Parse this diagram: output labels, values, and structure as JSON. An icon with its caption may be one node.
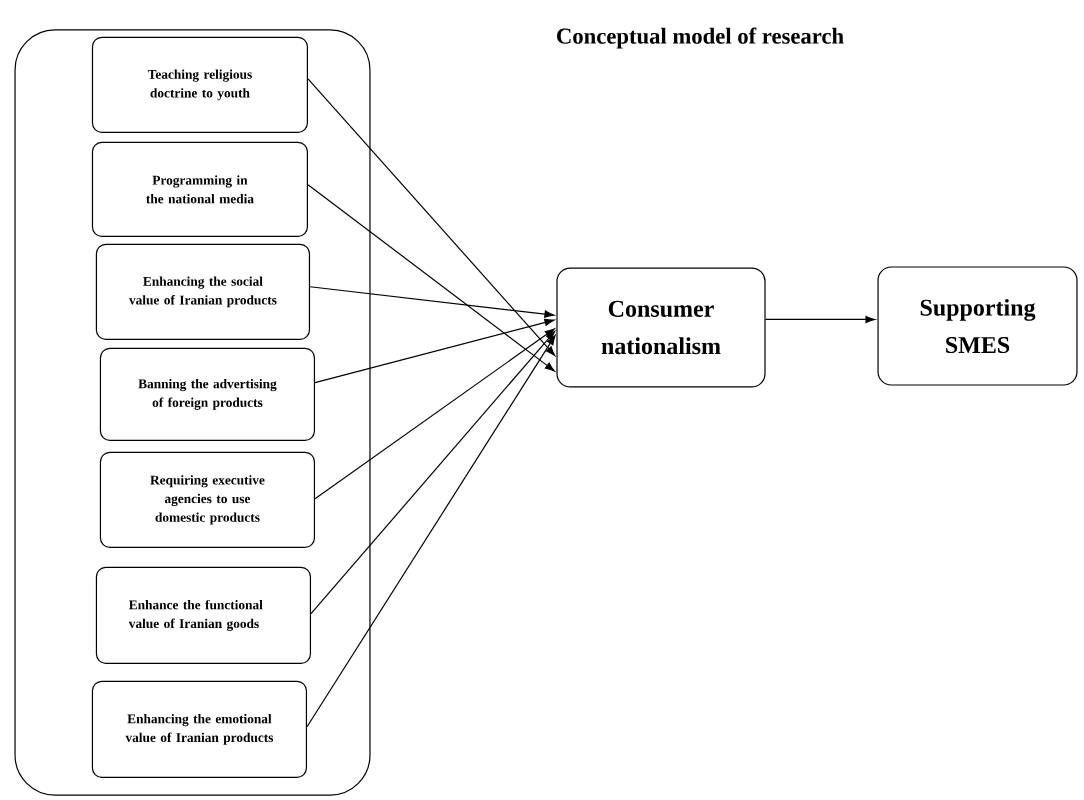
{
  "diagram": {
    "title": "Conceptual model of research",
    "nodes": [
      {
        "text": [],
        "shape": "box"
      },
      {
        "text": [
          "Teaching religious doctrine to youth"
        ],
        "in": 0
      },
      {
        "text": [
          "Programming in the national media"
        ],
        "in": 0
      },
      {
        "text": [
          "Enhancing the social value of Iranian products"
        ],
        "in": 0
      },
      {
        "text": [
          "Banning the advertising of foreign products"
        ],
        "in": 0
      },
      {
        "text": [
          "Requiring executive agencies to use domestic products"
        ],
        "in": 0
      },
      {
        "text": [
          "Enhance the functional value of Iranian goods"
        ],
        "in": 0
      },
      {
        "text": [
          "Enhancing the emotional value of Iranian products"
        ],
        "in": 0
      },
      {
        "text": [
          "Consumer nationalism"
        ]
      },
      {
        "text": [
          "Supporting SMES"
        ]
      }
    ],
    "edges": [
      {
        "from": 1,
        "to": 8,
        "arrow": "to"
      },
      {
        "from": 2,
        "to": 8,
        "arrow": "to"
      },
      {
        "from": 3,
        "to": 8,
        "arrow": "to"
      },
      {
        "from": 4,
        "to": 8,
        "arrow": "to"
      },
      {
        "from": 5,
        "to": 8,
        "arrow": "to"
      },
      {
        "from": 6,
        "to": 8,
        "arrow": "to"
      },
      {
        "from": 7,
        "to": 8,
        "arrow": "to"
      },
      {
        "from": 8,
        "to": 9,
        "arrow": "to"
      }
    ]
  }
}
